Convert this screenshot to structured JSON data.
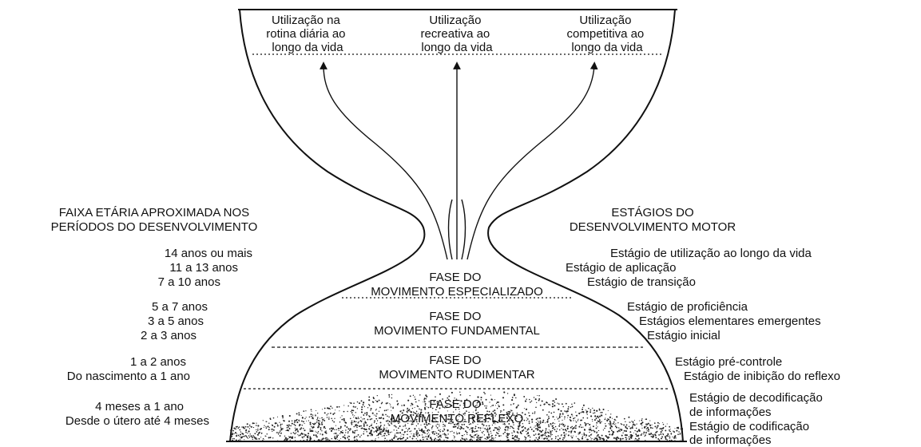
{
  "top_uses": [
    [
      "Utilização na",
      "rotina diária ao",
      "longo da vida"
    ],
    [
      "Utilização",
      "recreativa ao",
      "longo da vida"
    ],
    [
      "Utilização",
      "competitiva ao",
      "longo da vida"
    ]
  ],
  "left_header": [
    "FAIXA ETÁRIA APROXIMADA NOS",
    "PERÍODOS DO DESENVOLVIMENTO"
  ],
  "right_header": [
    "ESTÁGIOS DO",
    "DESENVOLVIMENTO MOTOR"
  ],
  "phases": [
    [
      "FASE DO",
      "MOVIMENTO ESPECIALIZADO"
    ],
    [
      "FASE DO",
      "MOVIMENTO FUNDAMENTAL"
    ],
    [
      "FASE DO",
      "MOVIMENTO RUDIMENTAR"
    ],
    [
      "FASE DO",
      "MOVIMENTO REFLEXO"
    ]
  ],
  "ages": [
    "14 anos ou mais",
    "11 a 13 anos",
    "7 a 10 anos",
    "5 a 7 anos",
    "3 a 5 anos",
    "2 a 3 anos",
    "1 a 2 anos",
    "Do nascimento a 1 ano",
    "4 meses a 1 ano",
    "Desde o útero até 4 meses"
  ],
  "stages": [
    "Estágio de utilização ao longo da vida",
    "Estágio de aplicação",
    "Estágio de transição",
    "Estágio de proficiência",
    "Estágios elementares emergentes",
    "Estágio inicial",
    "Estágio pré-controle",
    "Estágio de inibição do reflexo",
    "Estágio de decodificação",
    "de informações",
    "Estágio de codificação",
    "de informações"
  ],
  "colors": {
    "ink": "#111111",
    "background": "#ffffff",
    "speckle": "#222222"
  }
}
